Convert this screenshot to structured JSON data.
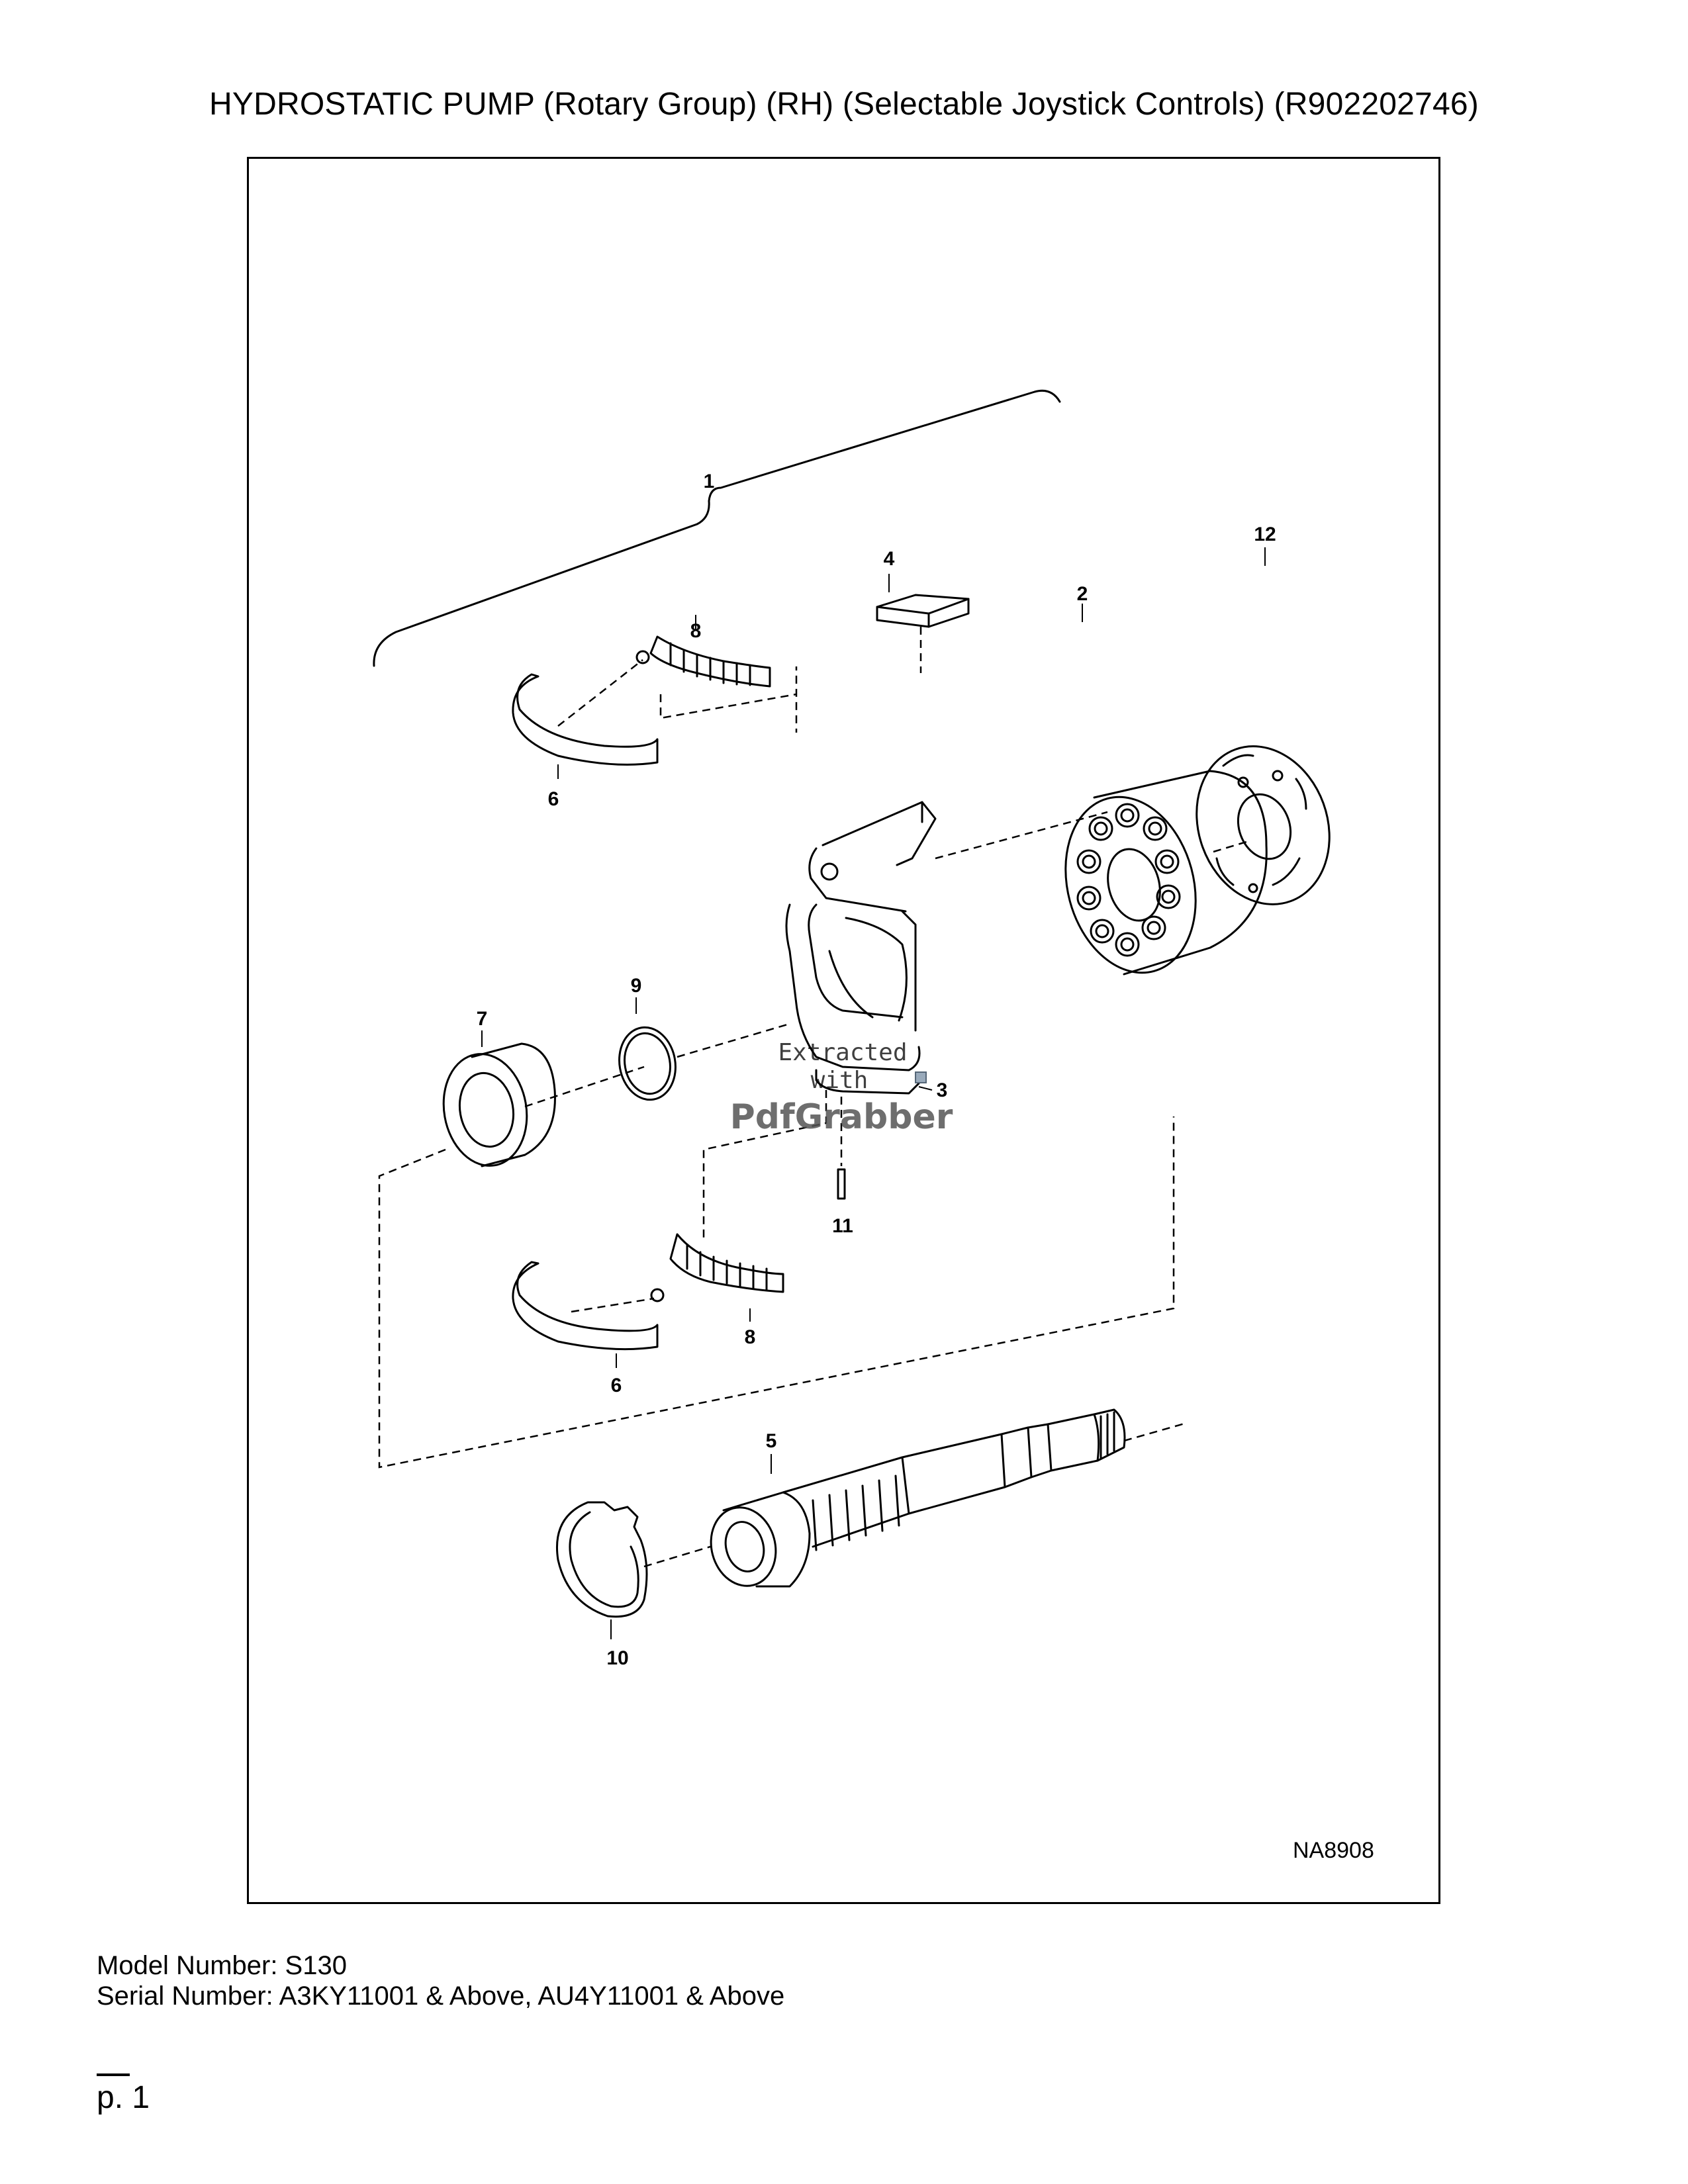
{
  "page": {
    "title": "HYDROSTATIC PUMP (Rotary Group) (RH) (Selectable Joystick Controls) (R902202746)",
    "page_number": "p. 1"
  },
  "diagram": {
    "drawing_id": "NA8908",
    "callouts": {
      "c1": "1",
      "c2": "2",
      "c3": "3",
      "c4": "4",
      "c5": "5",
      "c6a": "6",
      "c6b": "6",
      "c7": "7",
      "c8a": "8",
      "c8b": "8",
      "c9": "9",
      "c10": "10",
      "c11": "11",
      "c12": "12"
    },
    "watermark": {
      "line1": "Extracted",
      "line2": "with",
      "brand": "PdfGrabber"
    }
  },
  "footer": {
    "model": "Model Number: S130",
    "serial": "Serial Number: A3KY11001 & Above, AU4Y11001 & Above"
  }
}
